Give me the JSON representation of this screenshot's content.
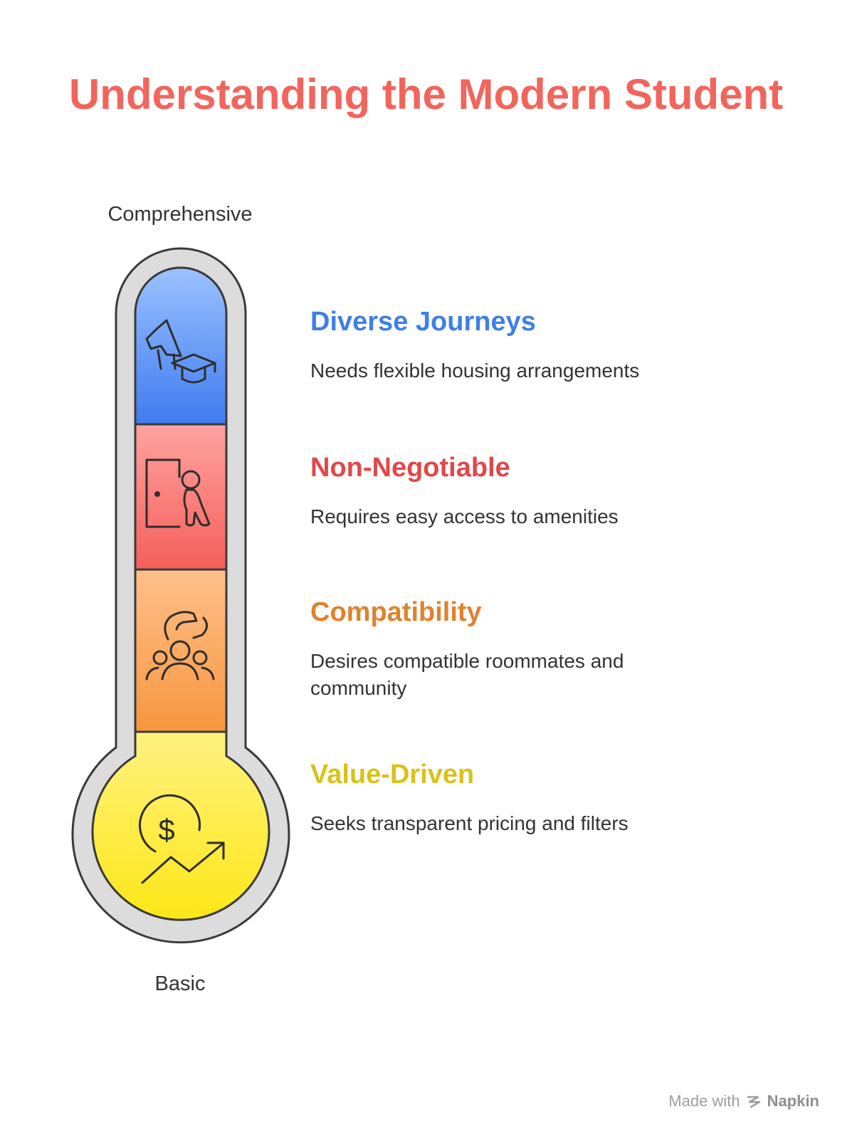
{
  "title": "Understanding the Modern Student",
  "scale": {
    "top_label": "Comprehensive",
    "bottom_label": "Basic"
  },
  "items": [
    {
      "title": "Diverse Journeys",
      "description": "Needs flexible housing arrangements",
      "color": "#3f7fe6",
      "icon": "student-graduation-cap-icon"
    },
    {
      "title": "Non-Negotiable",
      "description": "Requires easy access to amenities",
      "color": "#e04848",
      "icon": "person-at-door-icon"
    },
    {
      "title": "Compatibility",
      "description": "Desires compatible roommates and community",
      "color": "#e0822e",
      "icon": "community-hand-icon"
    },
    {
      "title": "Value-Driven",
      "description": "Seeks transparent pricing and filters",
      "color": "#d9c21a",
      "icon": "dollar-growth-icon"
    }
  ],
  "footer": {
    "made_with": "Made with",
    "brand": "Napkin",
    "icon": "napkin-logo-icon"
  }
}
